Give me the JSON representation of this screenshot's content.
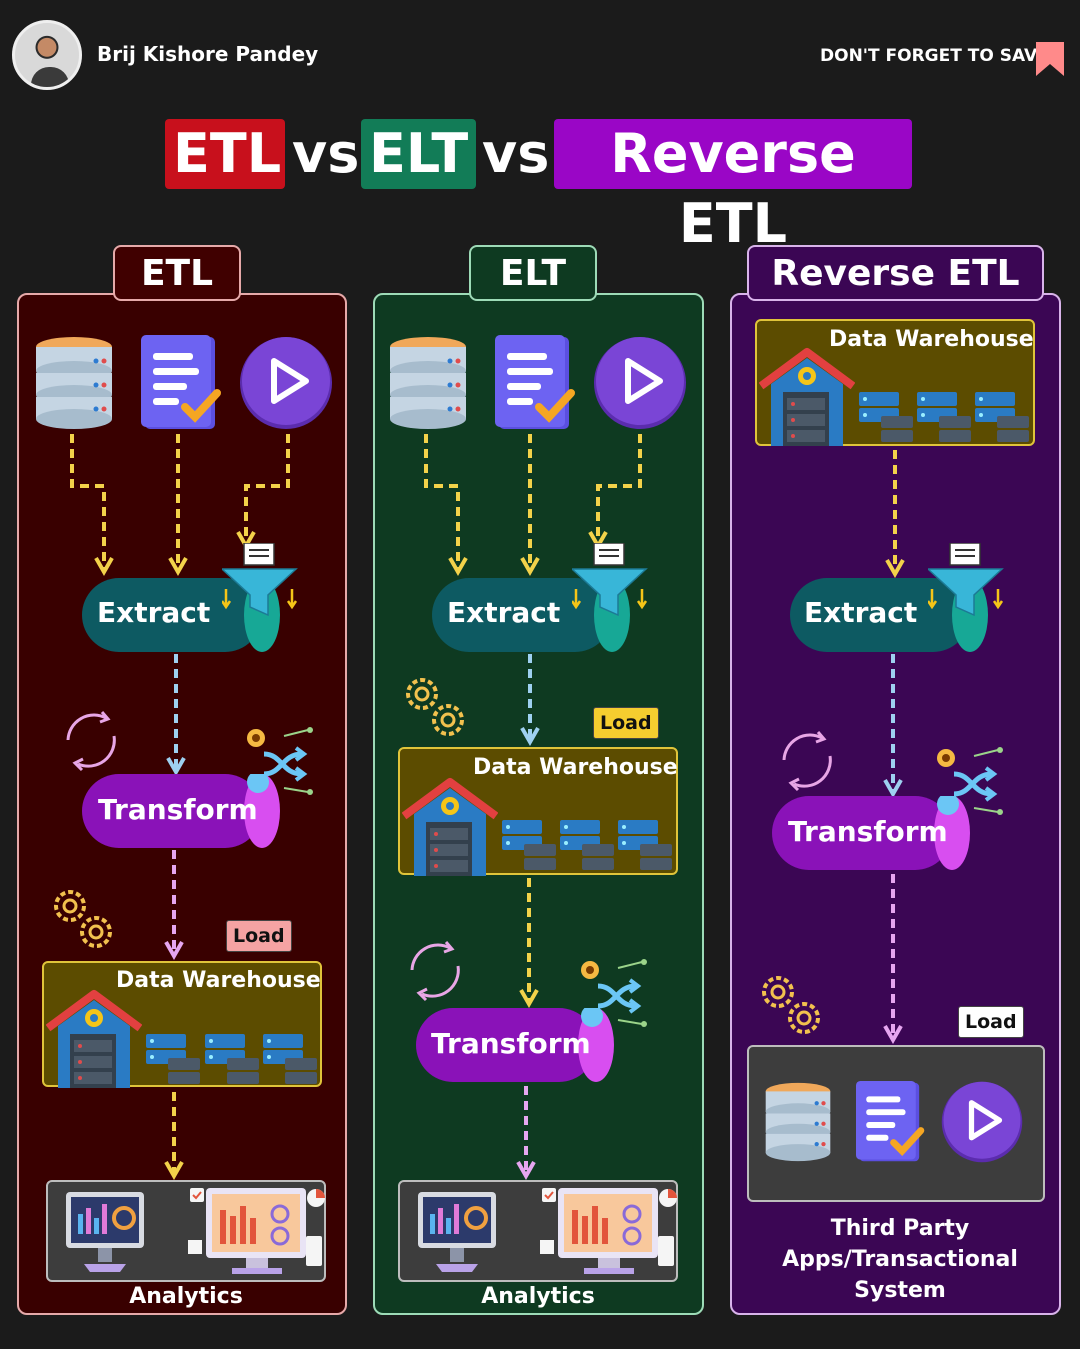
{
  "header": {
    "author": "Brij Kishore Pandey",
    "save_text": "DON'T FORGET TO SAVE"
  },
  "title": {
    "etl": "ETL",
    "vs1": "vs",
    "elt": "ELT",
    "vs2": "vs",
    "reverse_etl": "Reverse ETL"
  },
  "panels": {
    "etl": {
      "title": "ETL",
      "extract": "Extract",
      "transform": "Transform",
      "load_badge": "Load",
      "warehouse": "Data Warehouse",
      "caption": "Analytics"
    },
    "elt": {
      "title": "ELT",
      "extract": "Extract",
      "load_badge": "Load",
      "warehouse": "Data Warehouse",
      "transform": "Transform",
      "caption": "Analytics"
    },
    "reverse": {
      "title": "Reverse ETL",
      "warehouse": "Data Warehouse",
      "extract": "Extract",
      "transform": "Transform",
      "load_badge": "Load",
      "caption_line1": "Third Party",
      "caption_line2": "Apps/Transactional",
      "caption_line3": "System"
    }
  },
  "colors": {
    "etl_red": "#c8101c",
    "elt_green": "#127c57",
    "reverse_purple": "#9a06c6",
    "extract_teal": "#0d5a62",
    "transform_purple": "#8a12b8",
    "warehouse_gold": "#e0c43a",
    "arrow_yellow": "#f3d24a",
    "arrow_blue": "#9ed0f0",
    "arrow_pink": "#e6a6f0"
  }
}
